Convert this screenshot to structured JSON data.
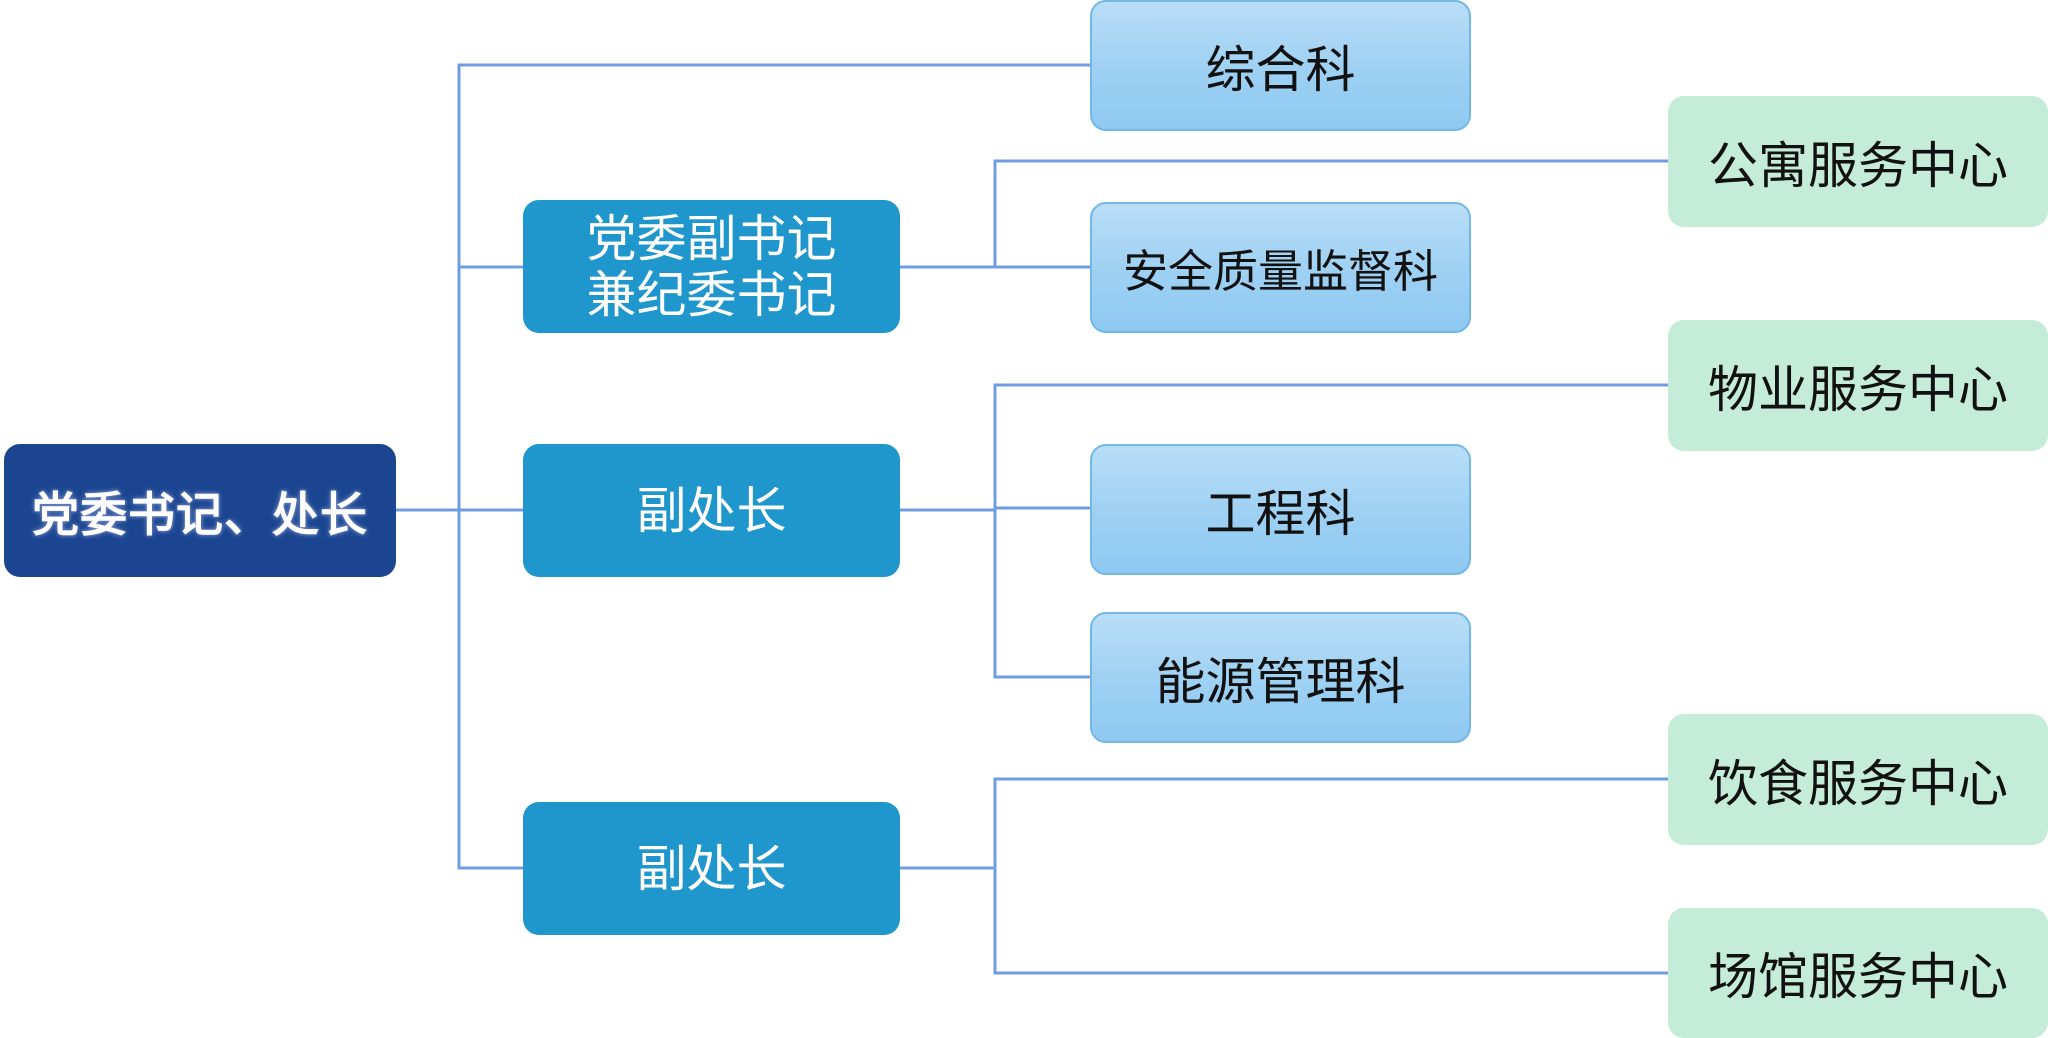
{
  "colors": {
    "root": "#1b4590",
    "deputy": "#1f96cc",
    "section": "#a8d7f5",
    "center": "#c4ecd9",
    "line": "#6f9de0"
  },
  "root": {
    "label": "党委书记、处长"
  },
  "deputies": [
    {
      "label": "党委副书记\n兼纪委书记"
    },
    {
      "label": "副处长"
    },
    {
      "label": "副处长"
    }
  ],
  "sections": [
    {
      "label": "综合科"
    },
    {
      "label": "安全质量监督科"
    },
    {
      "label": "工程科"
    },
    {
      "label": "能源管理科"
    }
  ],
  "centers": [
    {
      "label": "公寓服务中心"
    },
    {
      "label": "物业服务中心"
    },
    {
      "label": "饮食服务中心"
    },
    {
      "label": "场馆服务中心"
    }
  ]
}
